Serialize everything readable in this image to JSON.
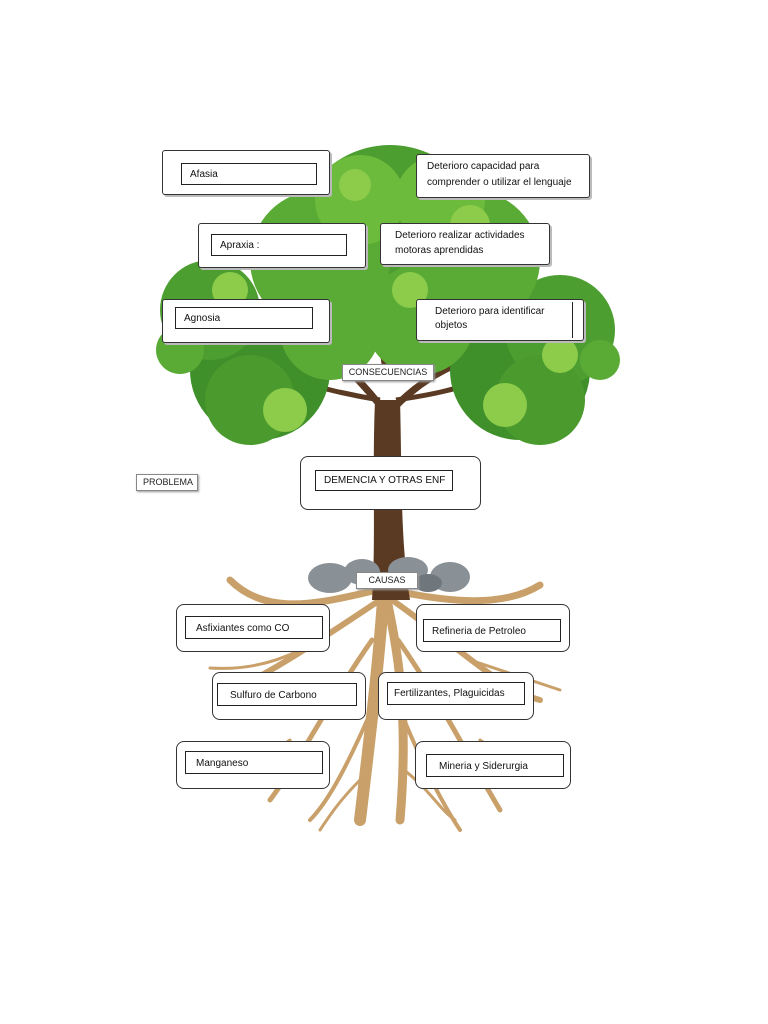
{
  "consequences": {
    "afasia": "Afasia",
    "afasia_desc_1": "Deterioro capacidad para",
    "afasia_desc_2": "comprender o utilizar el lenguaje",
    "apraxia": "Apraxia :",
    "apraxia_desc_1": "Deterioro realizar actividades",
    "apraxia_desc_2": "motoras aprendidas",
    "agnosia": "Agnosia",
    "agnosia_desc_1": "Deterioro para identificar",
    "agnosia_desc_2": "objetos"
  },
  "labels": {
    "consecuencias": "CONSECUENCIAS",
    "problema": "PROBLEMA",
    "causas": "CAUSAS"
  },
  "problem": {
    "title": "DEMENCIA Y OTRAS ENF"
  },
  "causes": {
    "asfixiantes": "Asfixiantes como CO",
    "refineria": "Refineria de Petroleo",
    "sulfuro": "Sulfuro de Carbono",
    "fertilizantes": "Fertilizantes, Plaguicidas",
    "manganeso": "Manganeso",
    "mineria": "Mineria y Siderurgia"
  },
  "colors": {
    "foliage_dark": "#3f8f2a",
    "foliage_mid": "#5aab35",
    "foliage_light": "#8ccc4a",
    "trunk": "#5a3a22",
    "roots": "#c9a06a",
    "rocks": "#8a9196"
  }
}
